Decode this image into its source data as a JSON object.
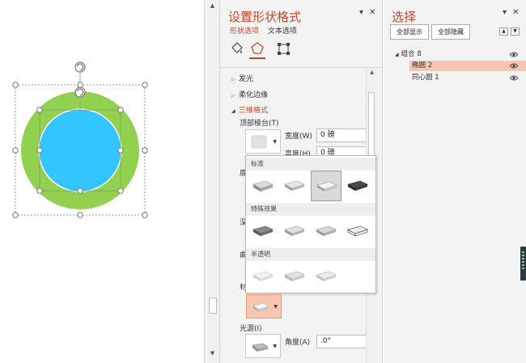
{
  "format_panel": {
    "title": "设置形状格式",
    "tabs": {
      "shape_options": "形状选项",
      "text_options": "文本选项"
    },
    "sections": {
      "glow": "发光",
      "soft_edges": "柔化边缘",
      "three_d_format": "三维格式"
    },
    "top_bevel_label": "顶部棱台(T)",
    "width_label": "宽度(W)",
    "width_value": "0 磅",
    "height_label": "高度(H)",
    "height_value": "0 磅",
    "partial_labels": {
      "bottom": "底",
      "depth": "深",
      "contour": "曲",
      "material": "材"
    },
    "lighting_label": "光源(I)",
    "angle_label": "角度(A)",
    "angle_value": ".0°"
  },
  "bevel_popup": {
    "groups": [
      "标准",
      "特殊效果",
      "半透明"
    ]
  },
  "selection_panel": {
    "title": "选择",
    "show_all": "全部显示",
    "hide_all": "全部隐藏",
    "tree": [
      {
        "label": "组合 8",
        "level": 0
      },
      {
        "label": "椭圆 2",
        "level": 1,
        "selected": true
      },
      {
        "label": "同心圆 1",
        "level": 1
      }
    ]
  },
  "window_controls": {
    "dropdown": "▾",
    "close": "✕"
  },
  "colors": {
    "accent": "#c3492c",
    "outer_circle": "#92d050",
    "inner_circle": "#33c5ff",
    "selection_highlight": "#f8c6b0"
  }
}
